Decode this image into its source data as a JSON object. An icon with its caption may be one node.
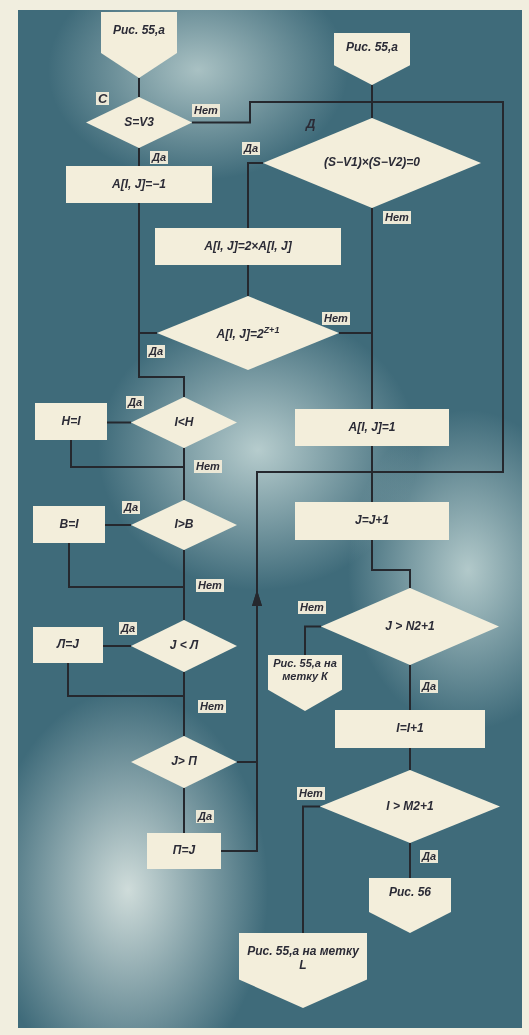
{
  "diagram": {
    "nodes": [
      {
        "text": [
          "Рис. 55,а"
        ]
      },
      {
        "text": [
          "Рис. 55,а"
        ]
      },
      {
        "text": [
          "S=V3"
        ],
        "beside": [
          "С"
        ]
      },
      {
        "text": [
          "A[I, J]=−1"
        ]
      },
      {
        "text": [
          "(S−V1)×(S−V2)=0"
        ],
        "beside": [
          "Д"
        ]
      },
      {
        "text": [
          "A[I, J]=2×A[I, J]"
        ]
      },
      {
        "text": [
          "A[I, J]=2$^{Z+1}$"
        ]
      },
      {
        "text": [
          "I<H"
        ]
      },
      {
        "text": [
          "H=I"
        ]
      },
      {
        "text": [
          "I>B"
        ]
      },
      {
        "text": [
          "B=I"
        ]
      },
      {
        "text": [
          "J < Л"
        ]
      },
      {
        "text": [
          "Л=J"
        ]
      },
      {
        "text": [
          "J> П"
        ]
      },
      {
        "text": [
          "П=J"
        ]
      },
      {
        "text": [
          "A[I, J]=1"
        ]
      },
      {
        "text": [
          "J=J+1"
        ]
      },
      {
        "text": [
          "J > N2+1"
        ]
      },
      {
        "text": [
          "Рис. 55,а на метку К"
        ]
      },
      {
        "text": [
          "I=I+1"
        ]
      },
      {
        "text": [
          "I > M2+1"
        ]
      },
      {
        "text": [
          "Рис. 56"
        ]
      },
      {
        "text": [
          "Рис. 55,а на метку L"
        ]
      }
    ],
    "edges": [
      {
        "from": 0,
        "to": 2,
        "arrow": "none"
      },
      {
        "from": 2,
        "to": 3,
        "arrow": "none",
        "label": "Да"
      },
      {
        "from": 2,
        "to": 16,
        "arrow": "none",
        "label": "Нет"
      },
      {
        "from": 1,
        "to": 4,
        "arrow": "none"
      },
      {
        "from": 4,
        "to": 5,
        "arrow": "none",
        "label": "Да"
      },
      {
        "from": 4,
        "to": 15,
        "arrow": "none",
        "label": "Нет"
      },
      {
        "from": 5,
        "to": 6,
        "arrow": "none"
      },
      {
        "from": 6,
        "to": 15,
        "arrow": "none",
        "label": "Нет"
      },
      {
        "from": 3,
        "to": 7,
        "arrow": "none"
      },
      {
        "from": 6,
        "to": 7,
        "arrow": "none",
        "label": "Да"
      },
      {
        "from": 7,
        "to": 8,
        "arrow": "none",
        "label": "Да"
      },
      {
        "from": 7,
        "to": 9,
        "arrow": "none",
        "label": "Нет"
      },
      {
        "from": 8,
        "to": 9,
        "arrow": "none"
      },
      {
        "from": 9,
        "to": 10,
        "arrow": "none",
        "label": "Да"
      },
      {
        "from": 9,
        "to": 11,
        "arrow": "none",
        "label": "Нет"
      },
      {
        "from": 10,
        "to": 11,
        "arrow": "none"
      },
      {
        "from": 11,
        "to": 12,
        "arrow": "none",
        "label": "Да"
      },
      {
        "from": 11,
        "to": 13,
        "arrow": "none",
        "label": "Нет"
      },
      {
        "from": 12,
        "to": 13,
        "arrow": "none"
      },
      {
        "from": 13,
        "to": 14,
        "arrow": "none",
        "label": "Да"
      },
      {
        "from": 13,
        "to": 16,
        "arrow": "to"
      },
      {
        "from": 14,
        "to": 16,
        "arrow": "to"
      },
      {
        "from": 15,
        "to": 16,
        "arrow": "none"
      },
      {
        "from": 16,
        "to": 17,
        "arrow": "none"
      },
      {
        "from": 17,
        "to": 18,
        "arrow": "none",
        "label": "Нет"
      },
      {
        "from": 17,
        "to": 19,
        "arrow": "none",
        "label": "Да"
      },
      {
        "from": 19,
        "to": 20,
        "arrow": "none"
      },
      {
        "from": 20,
        "to": 21,
        "arrow": "none",
        "label": "Да"
      },
      {
        "from": 20,
        "to": 22,
        "arrow": "none",
        "label": "Нет"
      }
    ]
  }
}
